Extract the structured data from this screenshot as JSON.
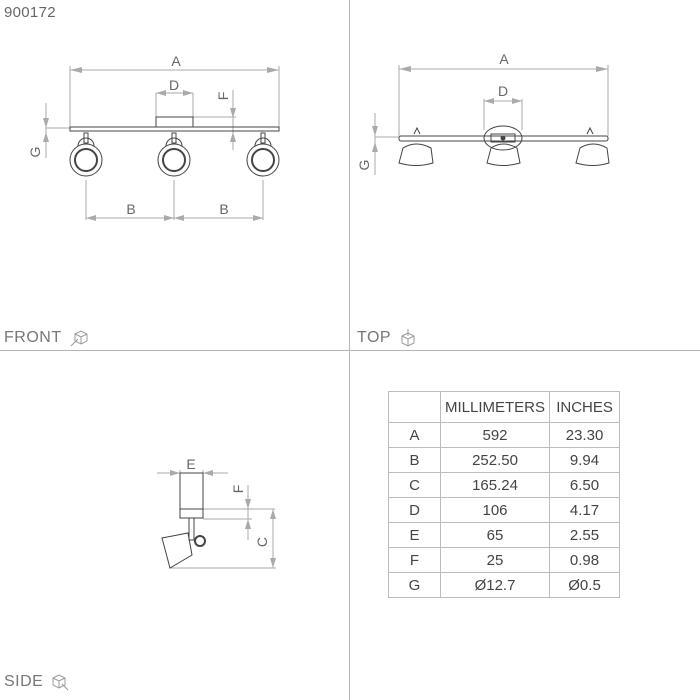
{
  "product_id": "900172",
  "views": {
    "front": {
      "label": "FRONT",
      "icon": "iso-cube-front-icon",
      "dims": [
        "A",
        "D",
        "F",
        "G",
        "B",
        "B"
      ]
    },
    "top": {
      "label": "TOP",
      "icon": "iso-cube-top-icon",
      "dims": [
        "A",
        "D",
        "G"
      ]
    },
    "side": {
      "label": "SIDE",
      "icon": "iso-cube-side-icon",
      "dims": [
        "E",
        "F",
        "C"
      ]
    }
  },
  "table": {
    "headers": [
      "",
      "MILLIMETERS",
      "INCHES"
    ],
    "rows": [
      {
        "dim": "A",
        "mm": "592",
        "in": "23.30"
      },
      {
        "dim": "B",
        "mm": "252.50",
        "in": "9.94"
      },
      {
        "dim": "C",
        "mm": "165.24",
        "in": "6.50"
      },
      {
        "dim": "D",
        "mm": "106",
        "in": "4.17"
      },
      {
        "dim": "E",
        "mm": "65",
        "in": "2.55"
      },
      {
        "dim": "F",
        "mm": "25",
        "in": "0.98"
      },
      {
        "dim": "G",
        "mm": "Ø12.7",
        "in": "Ø0.5"
      }
    ]
  },
  "colors": {
    "line": "#b4b4b4",
    "drawing": "#444444",
    "text": "#666666"
  }
}
